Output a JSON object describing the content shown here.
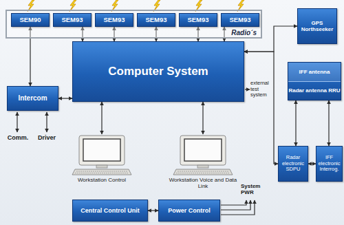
{
  "diagram": {
    "nodes": [
      {
        "text": [
          "Radio´s"
        ]
      },
      {
        "text": [
          "SEM90"
        ],
        "in": 0
      },
      {
        "text": [
          "SEM93"
        ],
        "in": 0
      },
      {
        "text": [
          "SEM93"
        ],
        "in": 0
      },
      {
        "text": [
          "SEM93"
        ],
        "in": 0
      },
      {
        "text": [
          "SEM93"
        ],
        "in": 0
      },
      {
        "text": [
          "SEM93"
        ],
        "in": 0
      },
      {
        "text": [
          "Intercom"
        ]
      },
      {
        "text": [
          "Computer System"
        ]
      },
      {
        "text": [
          "Workstation Control"
        ]
      },
      {
        "text": [
          "Workstation Voice and Data Link"
        ]
      },
      {
        "text": [
          "Central Control Unit"
        ]
      },
      {
        "text": [
          "Power Control"
        ]
      },
      {
        "text": [
          "GPS Northseeker"
        ]
      },
      {
        "text": [
          "IFF antenna",
          "Radar antenna RRU"
        ]
      },
      {
        "text": [
          "Radar electronic SDPU"
        ]
      },
      {
        "text": [
          "IFF electronic Interrog."
        ]
      }
    ],
    "edges": [
      {
        "from": 1,
        "to": 7,
        "arrow": "both"
      },
      {
        "from": 2,
        "to": 8,
        "arrow": "both"
      },
      {
        "from": 3,
        "to": 8,
        "arrow": "both"
      },
      {
        "from": 4,
        "to": 8,
        "arrow": "both"
      },
      {
        "from": 5,
        "to": 8,
        "arrow": "both"
      },
      {
        "from": 6,
        "to": 8,
        "arrow": "both"
      },
      {
        "from": 7,
        "to": 8,
        "arrow": "both"
      },
      {
        "from": 8,
        "to": 9,
        "arrow": "both"
      },
      {
        "from": 8,
        "to": 10,
        "arrow": "both"
      },
      {
        "from": 11,
        "to": 12,
        "arrow": "both"
      },
      {
        "from": 8,
        "to": 13,
        "arrow": "both"
      },
      {
        "from": 8,
        "to": 15,
        "arrow": "both"
      },
      {
        "from": 14,
        "to": 15,
        "arrow": "both"
      },
      {
        "from": 14,
        "to": 16,
        "arrow": "both"
      },
      {
        "from": 15,
        "to": 16,
        "arrow": "both"
      }
    ],
    "labels": [
      "Comm.",
      "Driver",
      "external test system",
      "System PWR"
    ]
  }
}
